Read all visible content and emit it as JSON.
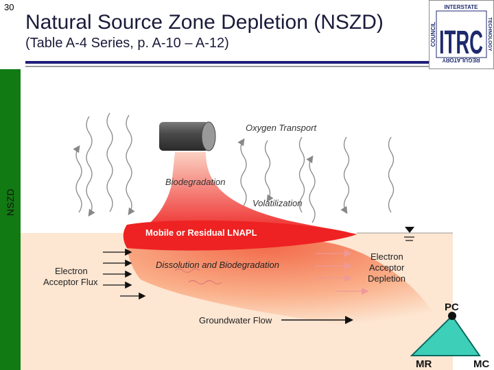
{
  "header": {
    "slide_number": "30",
    "title": "Natural Source Zone Depletion (NSZD)",
    "subtitle": "(Table A-4 Series, p. A-10 – A-12)"
  },
  "sidebar": {
    "label": "NSZD"
  },
  "logo": {
    "letters": "ITRC",
    "top_text": "INTERSTATE",
    "right_text": "TECHNOLOGY",
    "left_text": "COUNCIL",
    "bottom_text": "REGULATORY"
  },
  "diagram": {
    "labels": {
      "oxygen_transport": "Oxygen Transport",
      "biodegradation": "Biodegradation",
      "volatilization": "Volatilization",
      "lnapl": "Mobile or Residual LNAPL",
      "dissolution": "Dissolution and Biodegradation",
      "electron_acceptor_flux_1": "Electron",
      "electron_acceptor_flux_2": "Acceptor Flux",
      "depletion_1": "Electron",
      "depletion_2": "Acceptor",
      "depletion_3": "Depletion",
      "groundwater_flow": "Groundwater Flow"
    }
  },
  "triangle": {
    "top": "PC",
    "left": "MR",
    "right": "MC"
  },
  "colors": {
    "sidebar": "#127a12",
    "title": "#1a1a3a",
    "rule": "#1f1f7a",
    "lnapl": "#ee2222",
    "groundwater": "#fde6d2",
    "logo_navy": "#1e2a6e"
  }
}
